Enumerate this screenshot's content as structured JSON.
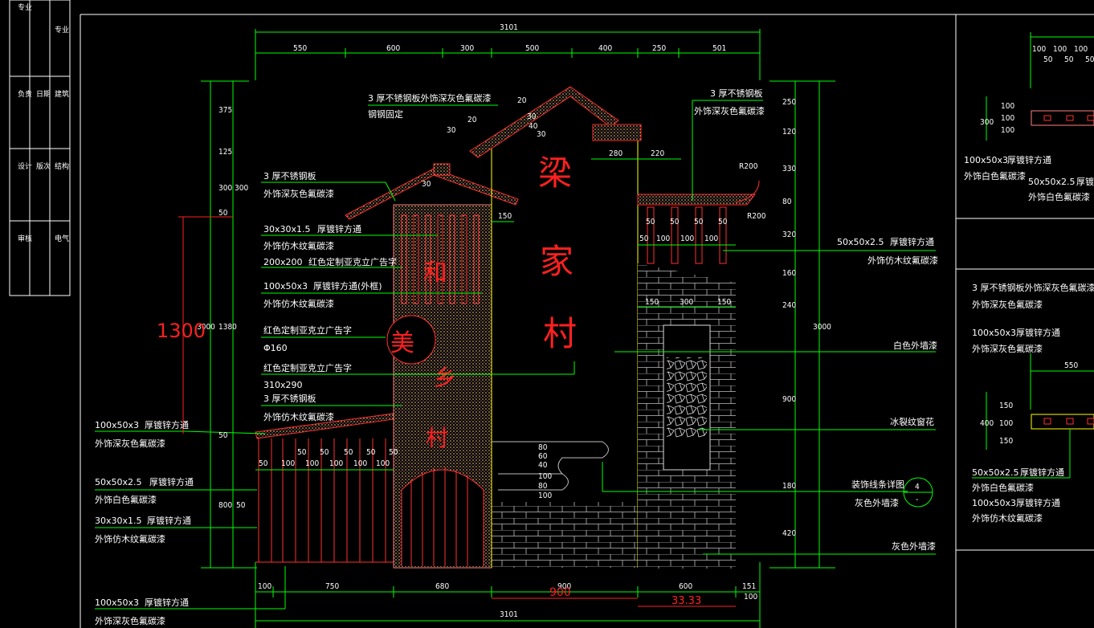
{
  "title_block": {
    "col1": [
      "专业",
      "负责",
      "设计",
      "审核"
    ],
    "col2": [
      "日期",
      "版次"
    ],
    "col3": [
      "专业",
      "建筑",
      "结构",
      "电气"
    ]
  },
  "dims_top": {
    "overall": "3101",
    "segments": [
      "550",
      "600",
      "300",
      "500",
      "400",
      "250",
      "501"
    ],
    "roof_small": [
      "30",
      "20",
      "20",
      "30",
      "40",
      "30"
    ],
    "eave": [
      "280",
      "220"
    ],
    "tower_top": "150",
    "cap": "30"
  },
  "dims_left": [
    "375",
    "125",
    "300",
    "50",
    "1380",
    "50",
    "800"
  ],
  "dims_left_total": "3000",
  "dims_left_inner": "300",
  "dims_left_small": "50",
  "dim_red_big": "1300",
  "dims_right": [
    "250",
    "120",
    "330",
    "80",
    "320",
    "160",
    "240",
    "900",
    "180",
    "420"
  ],
  "dims_right_total": "3000",
  "dims_right_radius": [
    "R200",
    "R200"
  ],
  "dims_bottom": {
    "segments": [
      "100",
      "750",
      "680",
      "900",
      "600",
      "151"
    ],
    "overall": "3101",
    "red_900": "900",
    "red_3333": "33.33",
    "tiny": "100"
  },
  "fence_dims": {
    "row1": [
      "50",
      "50",
      "50",
      "50",
      "50"
    ],
    "row2": [
      "50",
      "100",
      "100",
      "100",
      "100",
      "100",
      "100"
    ]
  },
  "right_fence_dims": {
    "row1": [
      "50",
      "50",
      "50",
      "50"
    ],
    "row2": [
      "50",
      "100",
      "100",
      "100",
      "100"
    ]
  },
  "window_dims": [
    "150",
    "300",
    "150"
  ],
  "wave_dims": [
    "80",
    "60",
    "40",
    "100",
    "80",
    "100"
  ],
  "left_notes": [
    {
      "a": "3 厚不锈钢板",
      "b": "外饰深灰色氟碳漆"
    },
    {
      "a": "30x30x1.5",
      "b": "厚镀锌方通",
      "c": "外饰仿木纹氟碳漆"
    },
    {
      "a": "200x200",
      "b": "红色定制亚克立广告字"
    },
    {
      "a": "100x50x3",
      "b": "厚镀锌方通(外框)",
      "c": "外饰仿木纹氟碳漆"
    },
    {
      "a": "红色定制亚克立广告字",
      "b": "Φ160"
    },
    {
      "a": "红色定制亚克立广告字",
      "b": "310x290"
    },
    {
      "a": "3 厚不锈钢板",
      "b": "外饰仿木纹氟碳漆"
    }
  ],
  "left_outer_notes": [
    {
      "a": "100x50x3",
      "b": "厚镀锌方通",
      "c": "外饰深灰色氟碳漆"
    },
    {
      "a": "50x50x2.5",
      "b": "厚镀锌方通",
      "c": "外饰白色氟碳漆"
    },
    {
      "a": "30x30x1.5",
      "b": "厚镀锌方通",
      "c": "外饰仿木纹氟碳漆"
    },
    {
      "a": "100x50x3",
      "b": "厚镀锌方通",
      "c": "外饰深灰色氟碳漆"
    }
  ],
  "top_notes": {
    "roof_a": "3 厚不锈钢板外饰深灰色氟碳漆",
    "roof_b": "钢钢固定",
    "right_a": "3 厚不锈钢板",
    "right_b": "外饰深灰色氟碳漆"
  },
  "right_notes": [
    {
      "a": "50x50x2.5",
      "b": "厚镀锌方通",
      "c": "外饰仿木纹氟碳漆"
    },
    {
      "a": "白色外墙漆"
    },
    {
      "a": "冰裂纹窗花"
    },
    {
      "a": "装饰线条详图",
      "b": "灰色外墙漆",
      "ref_top": "4",
      "ref_bot": "-"
    },
    {
      "a": "灰色外墙漆"
    }
  ],
  "sign_text": [
    "梁",
    "家",
    "村"
  ],
  "tower_text": [
    "和",
    "美",
    "乡",
    "村"
  ],
  "detail_panel": {
    "top_dims": [
      "100",
      "100",
      "100",
      "50",
      "50",
      "50"
    ],
    "top_v_dims": [
      "300",
      "100",
      "100",
      "100"
    ],
    "note1_a": "100x50x3",
    "note1_b": "厚镀锌方通",
    "note1_c": "外饰白色氟碳漆",
    "note2_a": "50x50x2.5",
    "note2_b": "厚镀",
    "note2_c": "外饰白色氟碳漆",
    "mid_a": "3 厚不锈钢板外饰深灰色氟碳漆",
    "mid_b": "外饰深灰色氟碳漆",
    "mid2_a": "100x50x3",
    "mid2_b": "厚镀锌方通",
    "mid2_c": "外饰深灰色氟碳漆",
    "h_dim": "550",
    "v_dims": [
      "400",
      "150",
      "100",
      "150"
    ],
    "note3_a": "50x50x2.5",
    "note3_b": "厚镀锌方通",
    "note3_c": "外饰白色氟碳漆",
    "note4_a": "100x50x3",
    "note4_b": "厚镀锌方通",
    "note4_c": "外饰仿木纹氟碳漆"
  },
  "colors": {
    "dim": "#00ff00",
    "red": "#ff2020",
    "yellow": "#ffff00",
    "frame": "#ffffff",
    "accent": "#ff5050"
  }
}
